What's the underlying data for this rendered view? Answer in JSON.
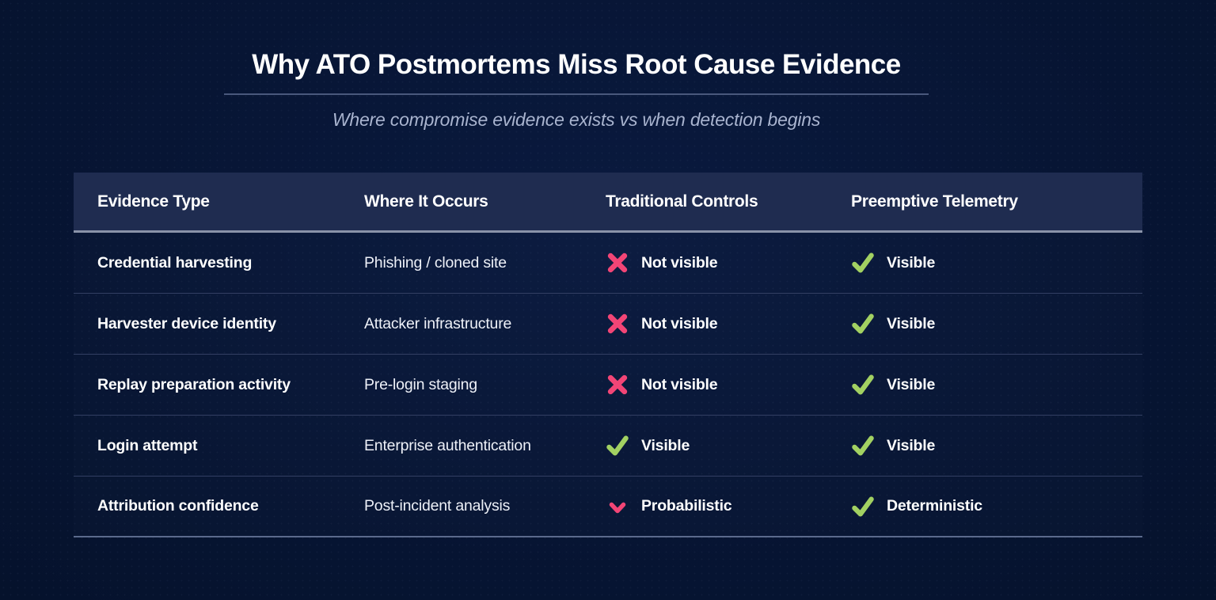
{
  "page": {
    "title": "Why ATO Postmortems Miss Root Cause Evidence",
    "subtitle": "Where compromise evidence exists vs when detection begins"
  },
  "colors": {
    "background": "#071534",
    "header_row_bg": "#1f2c50",
    "status_negative_pink": "#f24576",
    "status_positive_green": "#a2d162",
    "divider": "#333f63",
    "header_divider": "#8a93a9"
  },
  "table": {
    "columns": [
      {
        "label": "Evidence Type"
      },
      {
        "label": "Where It Occurs"
      },
      {
        "label": "Traditional Controls"
      },
      {
        "label": "Preemptive Telemetry"
      }
    ],
    "rows": [
      {
        "evidence_type": "Credential harvesting",
        "where_it_occurs": "Phishing / cloned site",
        "traditional_controls": {
          "icon": "x-icon",
          "label": "Not visible",
          "color": "#f24576"
        },
        "preemptive_telemetry": {
          "icon": "check-icon",
          "label": "Visible",
          "color": "#a2d162"
        }
      },
      {
        "evidence_type": "Harvester device identity",
        "where_it_occurs": "Attacker infrastructure",
        "traditional_controls": {
          "icon": "x-icon",
          "label": "Not visible",
          "color": "#f24576"
        },
        "preemptive_telemetry": {
          "icon": "check-icon",
          "label": "Visible",
          "color": "#a2d162"
        }
      },
      {
        "evidence_type": "Replay preparation activity",
        "where_it_occurs": "Pre-login staging",
        "traditional_controls": {
          "icon": "x-icon",
          "label": "Not visible",
          "color": "#f24576"
        },
        "preemptive_telemetry": {
          "icon": "check-icon",
          "label": "Visible",
          "color": "#a2d162"
        }
      },
      {
        "evidence_type": "Login attempt",
        "where_it_occurs": "Enterprise authentication",
        "traditional_controls": {
          "icon": "check-icon",
          "label": "Visible",
          "color": "#a2d162"
        },
        "preemptive_telemetry": {
          "icon": "check-icon",
          "label": "Visible",
          "color": "#a2d162"
        }
      },
      {
        "evidence_type": "Attribution confidence",
        "where_it_occurs": "Post-incident analysis",
        "traditional_controls": {
          "icon": "chevron-down-icon",
          "label": "Probabilistic",
          "color": "#f24576"
        },
        "preemptive_telemetry": {
          "icon": "check-icon",
          "label": "Deterministic",
          "color": "#a2d162"
        }
      }
    ]
  }
}
